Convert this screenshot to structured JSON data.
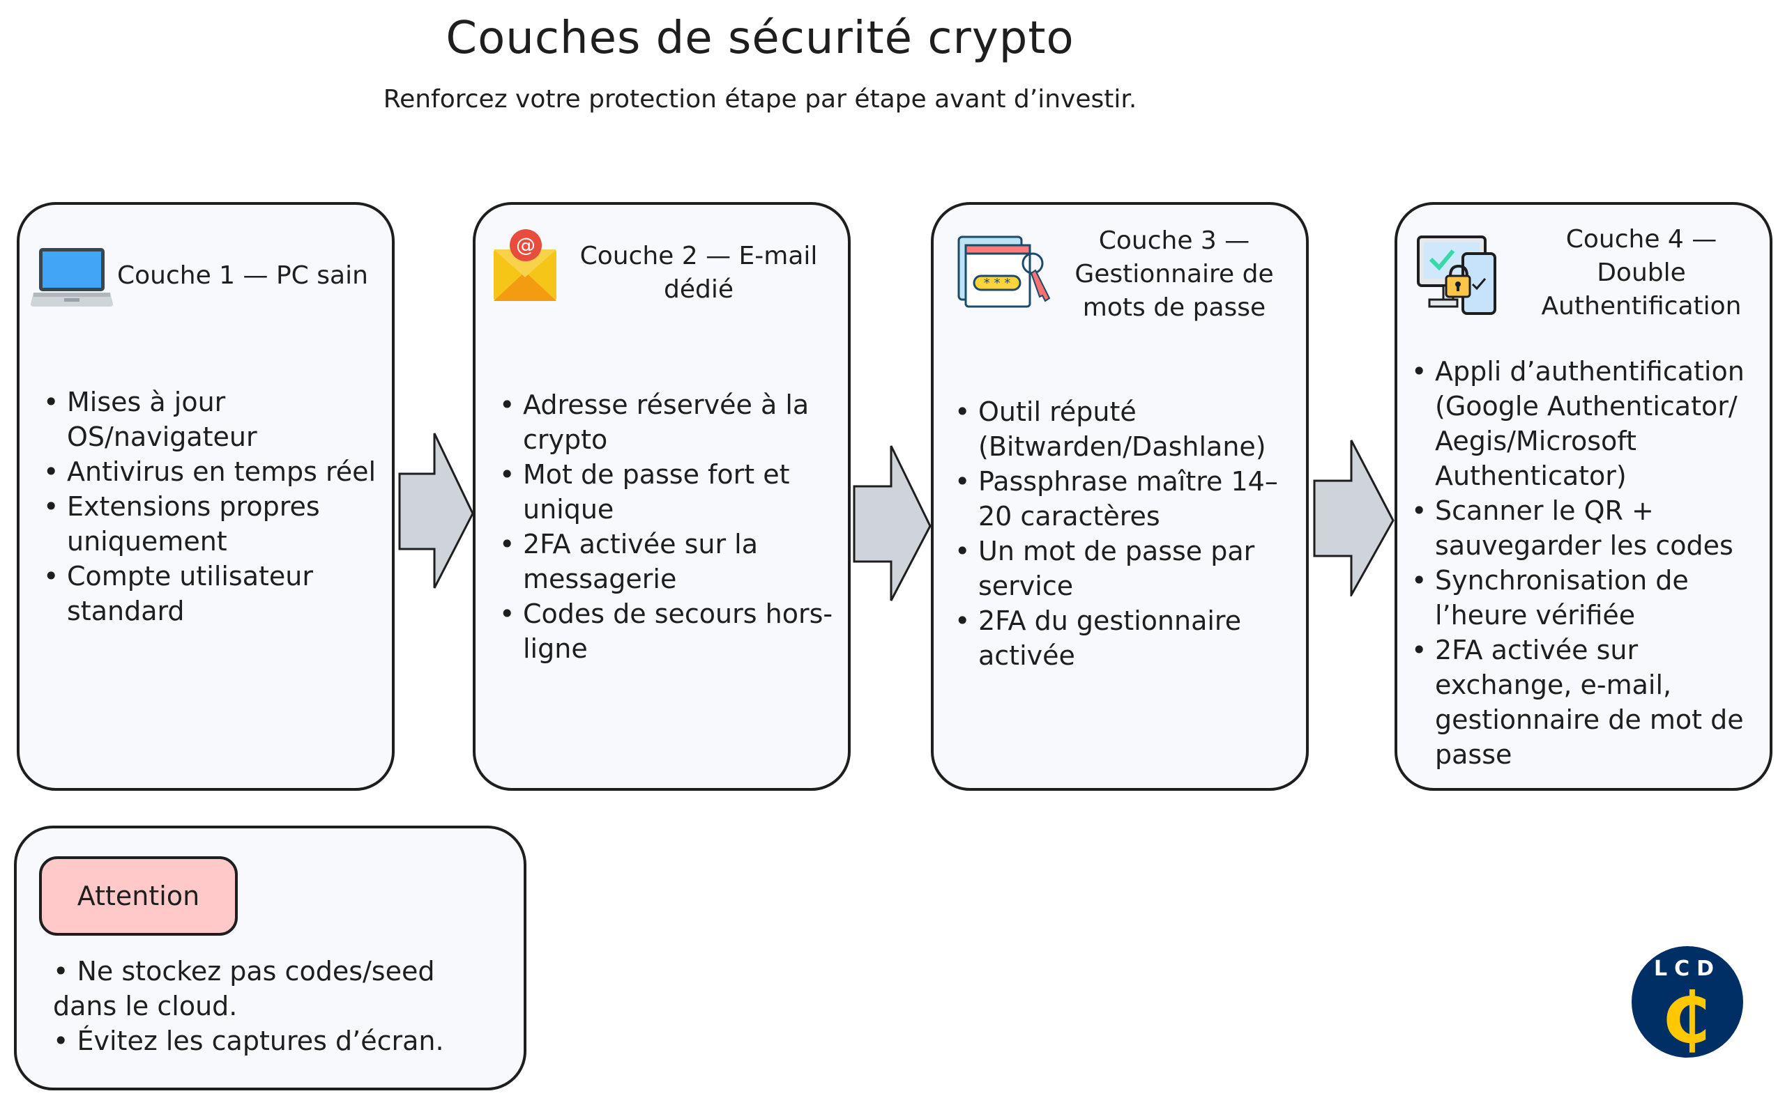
{
  "header": {
    "title": "Couches de sécurité crypto",
    "subtitle": "Renforcez votre protection étape par étape avant d’investir."
  },
  "layers": [
    {
      "icon": "laptop-icon",
      "title": "Couche 1 — PC sain",
      "bullets": [
        "Mises à jour OS/navigateur",
        "Antivirus en temps réel",
        "Extensions propres uniquement",
        "Compte utilisateur standard"
      ]
    },
    {
      "icon": "email-envelope-icon",
      "title": "Couche 2 — E-mail dédié",
      "bullets": [
        "Adresse réservée à la crypto",
        "Mot de passe fort et unique",
        "2FA activée sur la messagerie",
        "Codes de secours hors-ligne"
      ]
    },
    {
      "icon": "password-manager-icon",
      "title": "Couche 3 — Gestionnaire de mots de passe",
      "bullets": [
        "Outil réputé (Bitwarden/Dashlane)",
        "Passphrase maître 14–20 caractères",
        "Un mot de passe par service",
        "2FA du gestionnaire activée"
      ]
    },
    {
      "icon": "two-factor-auth-icon",
      "title": "Couche 4 — Double Authentification",
      "bullets": [
        "Appli d’authentification (Google Authenticator/ Aegis/Microsoft Authenticator)",
        "Scanner le QR + sauvegarder les codes",
        "Synchronisation de l’heure vérifiée",
        "2FA activée sur exchange, e-mail, gestionnaire de mot de passe"
      ]
    }
  ],
  "attention": {
    "badge": "Attention",
    "lines": [
      "• Ne stockez pas codes/seed dans le cloud.",
      "• Évitez les captures d’écran."
    ]
  },
  "logo": {
    "text": "LCD",
    "symbol": "₵"
  },
  "colors": {
    "card_fill": "#f8f9fc",
    "stroke": "#1e1e1e",
    "arrow_fill": "#ced4da",
    "attention_badge": "#ffc9c9",
    "logo_bg": "#002f66",
    "logo_accent": "#ffc800"
  }
}
